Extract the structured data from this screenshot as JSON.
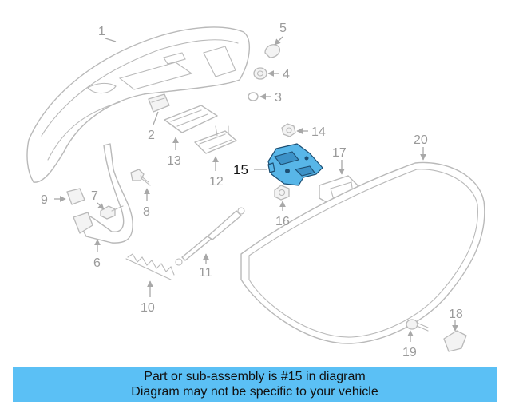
{
  "banner": {
    "line1": "Part or sub-assembly is #15 in diagram",
    "line2": "Diagram may not be specific to your vehicle"
  },
  "callouts": [
    "1",
    "2",
    "3",
    "4",
    "5",
    "6",
    "7",
    "8",
    "9",
    "10",
    "11",
    "12",
    "13",
    "14",
    "15",
    "16",
    "17",
    "18",
    "19",
    "20"
  ],
  "highlighted_part": "15",
  "colors": {
    "highlight": "#58b6e8",
    "banner": "#5bc0f5",
    "line": "#b9b9b9",
    "text": "#9a9a9a"
  }
}
